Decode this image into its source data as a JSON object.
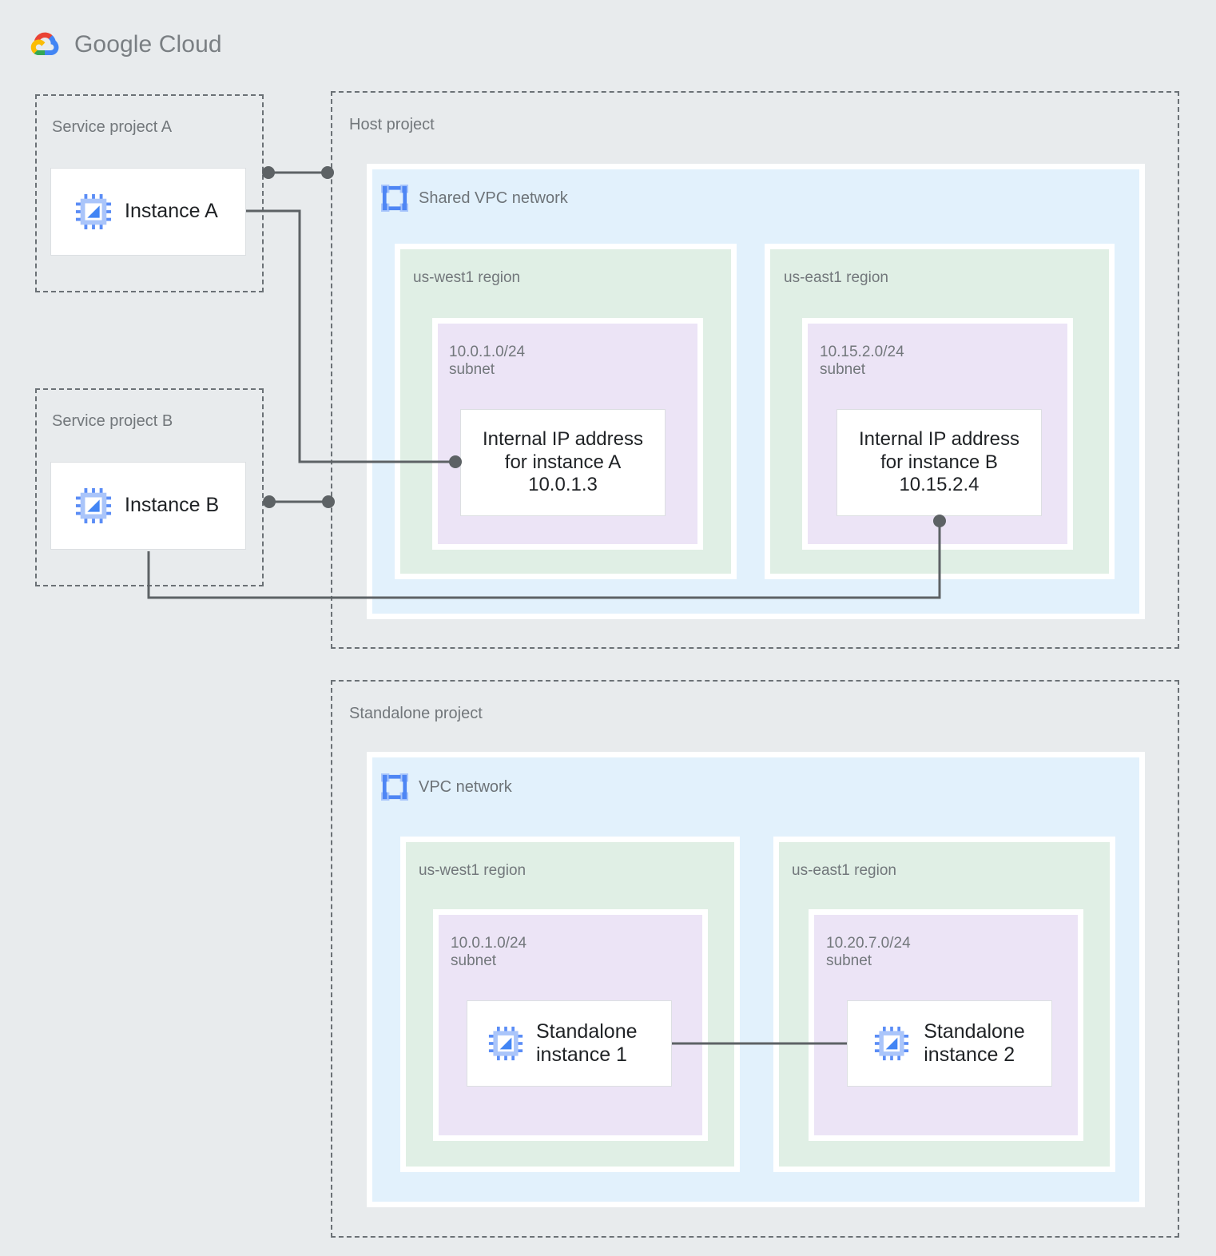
{
  "brand": {
    "logo_icon": "google-cloud-logo-icon",
    "name_bold": "Google",
    "name_light": "Cloud"
  },
  "service_project_a": {
    "label": "Service project A",
    "instance": {
      "icon": "compute-instance-icon",
      "label": "Instance A"
    }
  },
  "service_project_b": {
    "label": "Service project B",
    "instance": {
      "icon": "compute-instance-icon",
      "label": "Instance B"
    }
  },
  "host_project": {
    "label": "Host project",
    "network": {
      "icon": "vpc-network-icon",
      "title": "Shared VPC network",
      "regions": [
        {
          "label": "us-west1 region",
          "subnet": {
            "cidr": "10.0.1.0/24",
            "kind": "subnet",
            "resource": {
              "line1": "Internal IP address",
              "line2": "for instance A",
              "line3": "10.0.1.3"
            }
          }
        },
        {
          "label": "us-east1 region",
          "subnet": {
            "cidr": "10.15.2.0/24",
            "kind": "subnet",
            "resource": {
              "line1": "Internal IP address",
              "line2": "for instance B",
              "line3": "10.15.2.4"
            }
          }
        }
      ]
    }
  },
  "standalone_project": {
    "label": "Standalone project",
    "network": {
      "icon": "vpc-network-icon",
      "title": "VPC network",
      "regions": [
        {
          "label": "us-west1 region",
          "subnet": {
            "cidr": "10.0.1.0/24",
            "kind": "subnet",
            "instance": {
              "icon": "compute-instance-icon",
              "line1": "Standalone",
              "line2": "instance 1"
            }
          }
        },
        {
          "label": "us-east1 region",
          "subnet": {
            "cidr": "10.20.7.0/24",
            "kind": "subnet",
            "instance": {
              "icon": "compute-instance-icon",
              "line1": "Standalone",
              "line2": "instance 2"
            }
          }
        }
      ]
    }
  },
  "colors": {
    "page_background": "#e8ebed",
    "vpc_network": "#e2f1fc",
    "region": "#e0efe5",
    "subnet": "#ece4f6",
    "connector": "#5d6265",
    "project_border": "#6b7176",
    "label_text": "#72777b",
    "body_text": "#1f2225",
    "accent_blue": "#5b8df6"
  },
  "connections": [
    {
      "from": "instance-a",
      "to": "host-project",
      "style": "dot-line-dot"
    },
    {
      "from": "instance-a",
      "to": "internal-ip-instance-a",
      "style": "elbow"
    },
    {
      "from": "instance-b",
      "to": "host-project",
      "style": "dot-line-dot"
    },
    {
      "from": "instance-b",
      "to": "internal-ip-instance-b",
      "style": "elbow"
    },
    {
      "from": "standalone-instance-1",
      "to": "standalone-instance-2",
      "style": "straight"
    }
  ]
}
